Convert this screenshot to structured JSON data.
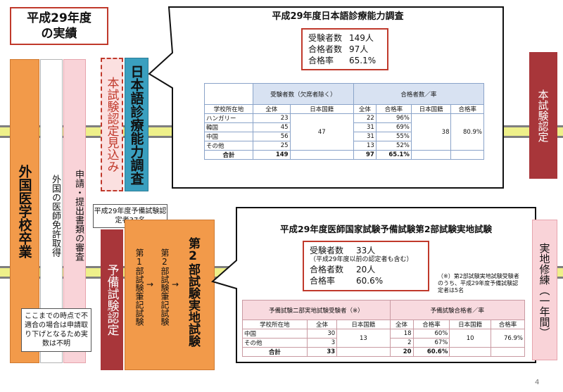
{
  "slide": {
    "title_line1": "平成29年度",
    "title_line2": "の実績",
    "page_number": "4"
  },
  "flow": {
    "col_graduate": "外国医学校卒業",
    "col_license": "外国の医師免許取得",
    "col_review": "申請・提出書類の審査",
    "col_exam_pending": "本試験認定見込み",
    "col_language_exam": "日本語診療能力調査",
    "col_prelim_cert": "予備試験認定",
    "col_main_cert": "本試験認定",
    "col_training": "実地修練（一年間）",
    "prelim_box_first": "第1部試験筆記試験",
    "prelim_box_arrow": "→",
    "prelim_box_second": "第2部試験筆記試験",
    "prelim_box_third": "第2部試験実地試験",
    "prelim_certified_note": "平成29年度予備試験認定者37名",
    "withdraw_note": "ここまでの時点で不適合の場合は申請取り下げとなるため実数は不明"
  },
  "language_survey": {
    "title": "平成29年度日本語診療能力調査",
    "examinees_label": "受験者数",
    "examinees_value": "149人",
    "passers_label": "合格者数",
    "passers_value": "97人",
    "rate_label": "合格率",
    "rate_value": "65.1%",
    "table": {
      "group_examinees": "受験者数（欠席者除く）",
      "group_passers": "合格者数／率",
      "col_country": "学校所在地",
      "col_total": "全体",
      "col_japanese": "日本国籍",
      "col_total2": "全体",
      "col_rate": "合格率",
      "col_japanese2": "日本国籍",
      "col_rate2": "合格率",
      "rows": [
        {
          "country": "ハンガリー",
          "total": "23",
          "pass": "22",
          "rate": "96%"
        },
        {
          "country": "韓国",
          "total": "45",
          "pass": "31",
          "rate": "69%"
        },
        {
          "country": "中国",
          "total": "56",
          "pass": "31",
          "rate": "55%"
        },
        {
          "country": "その他",
          "total": "25",
          "pass": "13",
          "rate": "52%"
        }
      ],
      "japanese_examinees": "47",
      "japanese_passers": "38",
      "japanese_rate": "80.9%",
      "total_label": "合計",
      "total_examinees": "149",
      "total_passers": "97",
      "total_rate": "65.1%"
    }
  },
  "practical_exam": {
    "title": "平成29年度医師国家試験予備試験第2部試験実地試験",
    "examinees_label": "受験者数",
    "examinees_value": "33人",
    "examinees_note": "（平成29年度以前の認定者も含む）",
    "passers_label": "合格者数",
    "passers_value": "20人",
    "rate_label": "合格率",
    "rate_value": "60.6%",
    "side_note": "（※）第2部試験実地試験受験者のうち、平成29年度予備試験認定者は5名",
    "table": {
      "group_examinees": "予備試験二部実地試験受験者（※）",
      "group_passers": "予備試験合格者／率",
      "col_country": "学校所在地",
      "col_total": "全体",
      "col_japanese": "日本国籍",
      "col_total2": "全体",
      "col_rate": "合格率",
      "col_japanese2": "日本国籍",
      "col_rate2": "合格率",
      "rows": [
        {
          "country": "中国",
          "total": "30",
          "pass": "18",
          "rate": "60%"
        },
        {
          "country": "その他",
          "total": "3",
          "pass": "2",
          "rate": "67%"
        }
      ],
      "japanese_examinees": "13",
      "japanese_passers": "10",
      "japanese_rate": "76.9%",
      "total_label": "合計",
      "total_examinees": "33",
      "total_passers": "20",
      "total_rate": "60.6%"
    }
  },
  "colors": {
    "orange": "#f29a4a",
    "dark_red": "#a8363a",
    "teal": "#3a9fbf",
    "band": "#eef08a",
    "pink": "#f9d3d8"
  }
}
